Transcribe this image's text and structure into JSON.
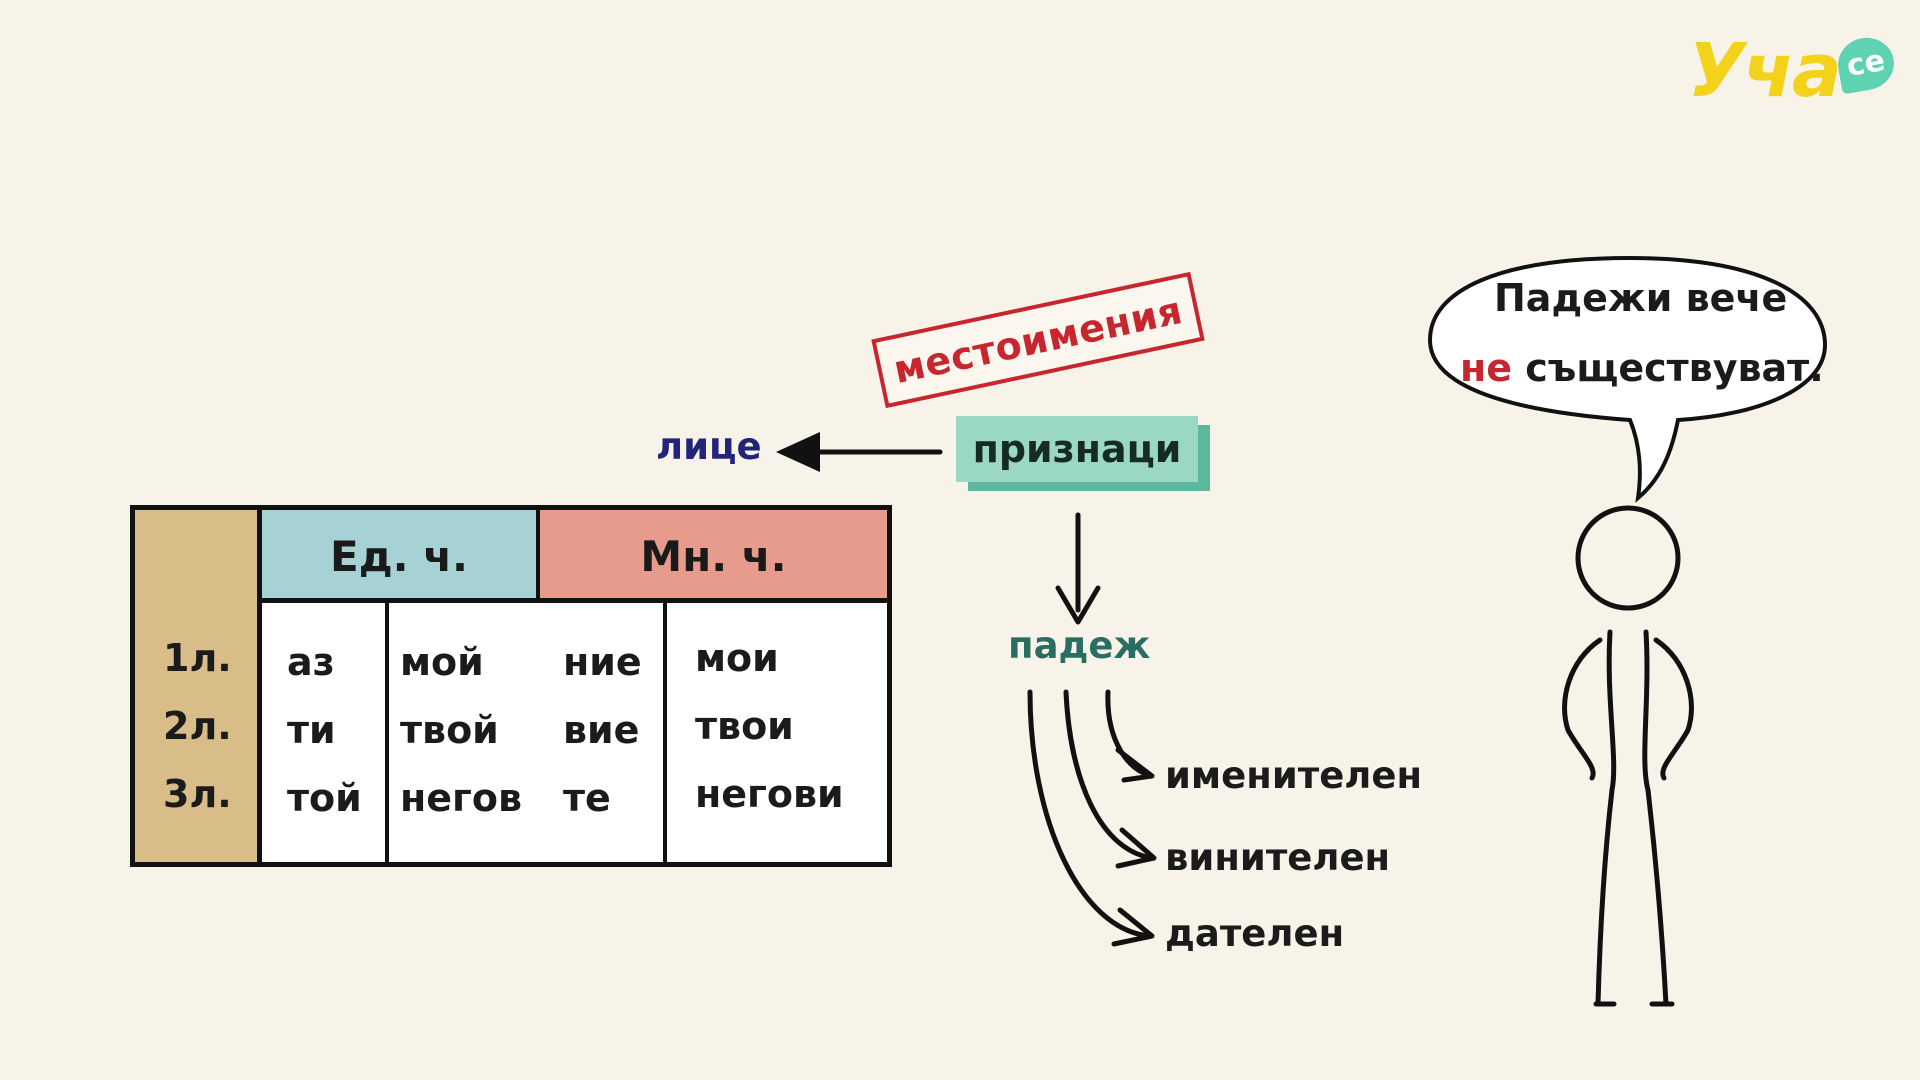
{
  "logo": {
    "text": "Уча",
    "badge": "се"
  },
  "stamp": {
    "text": "местоимения"
  },
  "tag": {
    "text": "признаци"
  },
  "left_label": {
    "text": "лице"
  },
  "down_label": {
    "text": "падеж"
  },
  "cases": [
    "именителен",
    "винителен",
    "дателен"
  ],
  "table": {
    "header_singular": "Ед. ч.",
    "header_plural": "Мн. ч.",
    "persons": [
      "1л.",
      "2л.",
      "3л."
    ],
    "col_singular_personal": [
      "аз",
      "ти",
      "той"
    ],
    "col_singular_possessive": [
      "мой",
      "твой",
      "негов"
    ],
    "col_plural_personal": [
      "ние",
      "вие",
      "те"
    ],
    "col_plural_possessive": [
      "мои",
      "твои",
      "негови"
    ]
  },
  "speech": {
    "line1": "Падежи вече",
    "line2_red": "не",
    "line2_rest": " съществуват."
  },
  "colors": {
    "background": "#f8f3e9",
    "stamp_red": "#c8262f",
    "tag_green": "#9ad8c3",
    "table_side": "#d9bd88",
    "table_singular": "#a7d2d5",
    "table_plural": "#e69b8d",
    "logo_yellow": "#f2d21a",
    "logo_teal": "#5fd2b2"
  }
}
